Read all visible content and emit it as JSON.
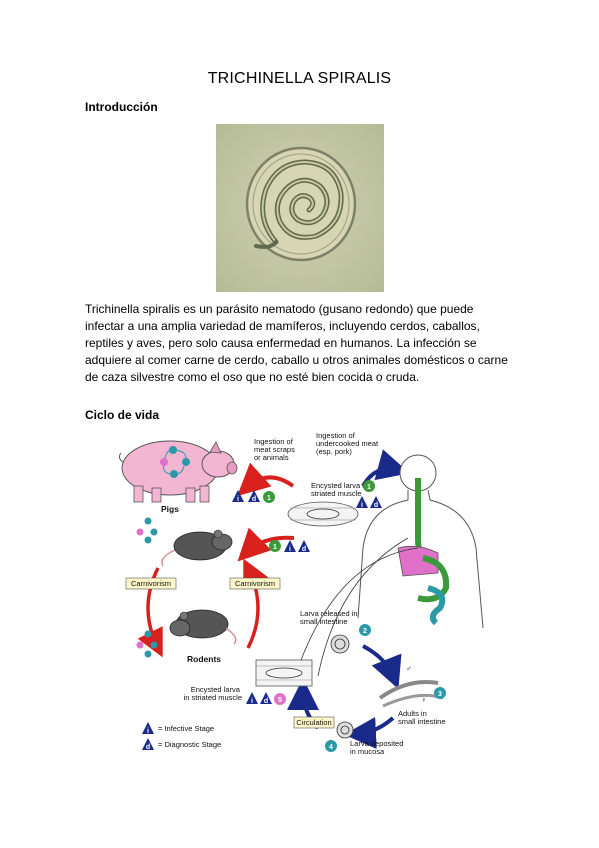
{
  "title": "TRICHINELLA SPIRALIS",
  "sections": {
    "intro_heading": "Introducción",
    "cycle_heading": "Ciclo de vida"
  },
  "paragraph": [
    "Trichinella spiralis es un parásito nematodo (gusano redondo) que puede",
    "infectar a una amplia variedad de mamíferos, incluyendo cerdos, caballos,",
    "reptiles y  aves, pero solo causa enfermedad en humanos. La infección se",
    "adquiere al comer carne de cerdo, caballo u otros animales domésticos o carne",
    "de caza silvestre como el oso que no esté bien cocida o cruda."
  ],
  "diagram": {
    "pigs_label": "Pigs",
    "rodents_label": "Rodents",
    "carnivorism_left": "Carnivorism",
    "carnivorism_right": "Carnivorism",
    "ingestion_scraps": [
      "Ingestion of",
      "meat scraps",
      "or animals"
    ],
    "ingestion_meat": [
      "Ingestion of",
      "undercooked meat",
      "(esp. pork)"
    ],
    "encysted_top": [
      "Encysted larva in",
      "striated muscle"
    ],
    "larva_released": [
      "Larva released in",
      "small intestine"
    ],
    "adults": [
      "Adults in",
      "small intestine"
    ],
    "larva_deposited": [
      "Larva deposited",
      "in mucosa"
    ],
    "encysted_bottom": [
      "Encysted larva",
      "in striated muscle"
    ],
    "circulation": "Circulation",
    "legend_infective": "= Infective Stage",
    "legend_diagnostic": "= Diagnostic Stage",
    "stage_numbers": [
      "1",
      "2",
      "3",
      "4",
      "5"
    ],
    "symbols": {
      "infective": "i",
      "diagnostic": "d",
      "male": "♂",
      "female": "♀"
    },
    "colors": {
      "infective": "#1a2a8a",
      "green": "#3a9a3a",
      "teal": "#2a9aa8",
      "pink": "#e070c8",
      "red": "#d8201c",
      "navy": "#1a2a8a"
    }
  }
}
